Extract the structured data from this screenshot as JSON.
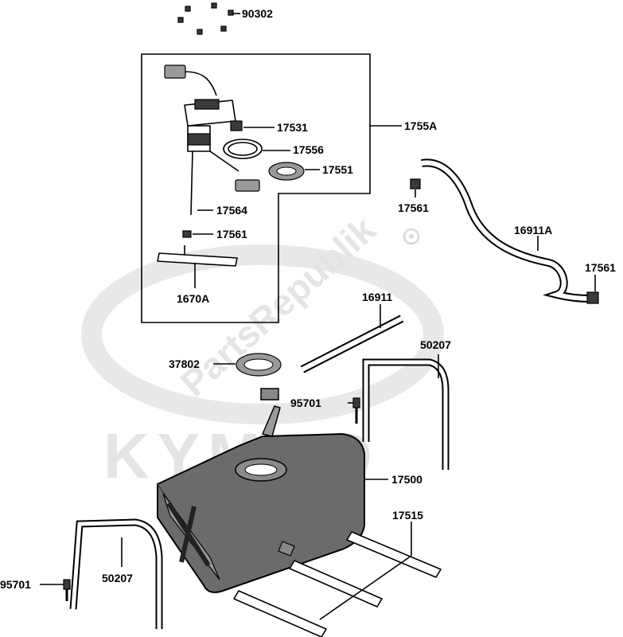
{
  "watermark": {
    "brand": "KYMCO",
    "site": "PartsRepublik"
  },
  "parts": {
    "p90302": "90302",
    "p1755A": "1755A",
    "p17531": "17531",
    "p17556": "17556",
    "p17551": "17551",
    "p17564": "17564",
    "p17561a": "17561",
    "p1670A": "1670A",
    "p17561b": "17561",
    "p16911A": "16911A",
    "p17561c": "17561",
    "p16911": "16911",
    "p37802": "37802",
    "p50207a": "50207",
    "p95701a": "95701",
    "p17500": "17500",
    "p17515": "17515",
    "p95701b": "95701",
    "p50207b": "50207"
  },
  "colors": {
    "line": "#000000",
    "tank": "#6b6b6b",
    "watermark": "#e4e4e4"
  }
}
